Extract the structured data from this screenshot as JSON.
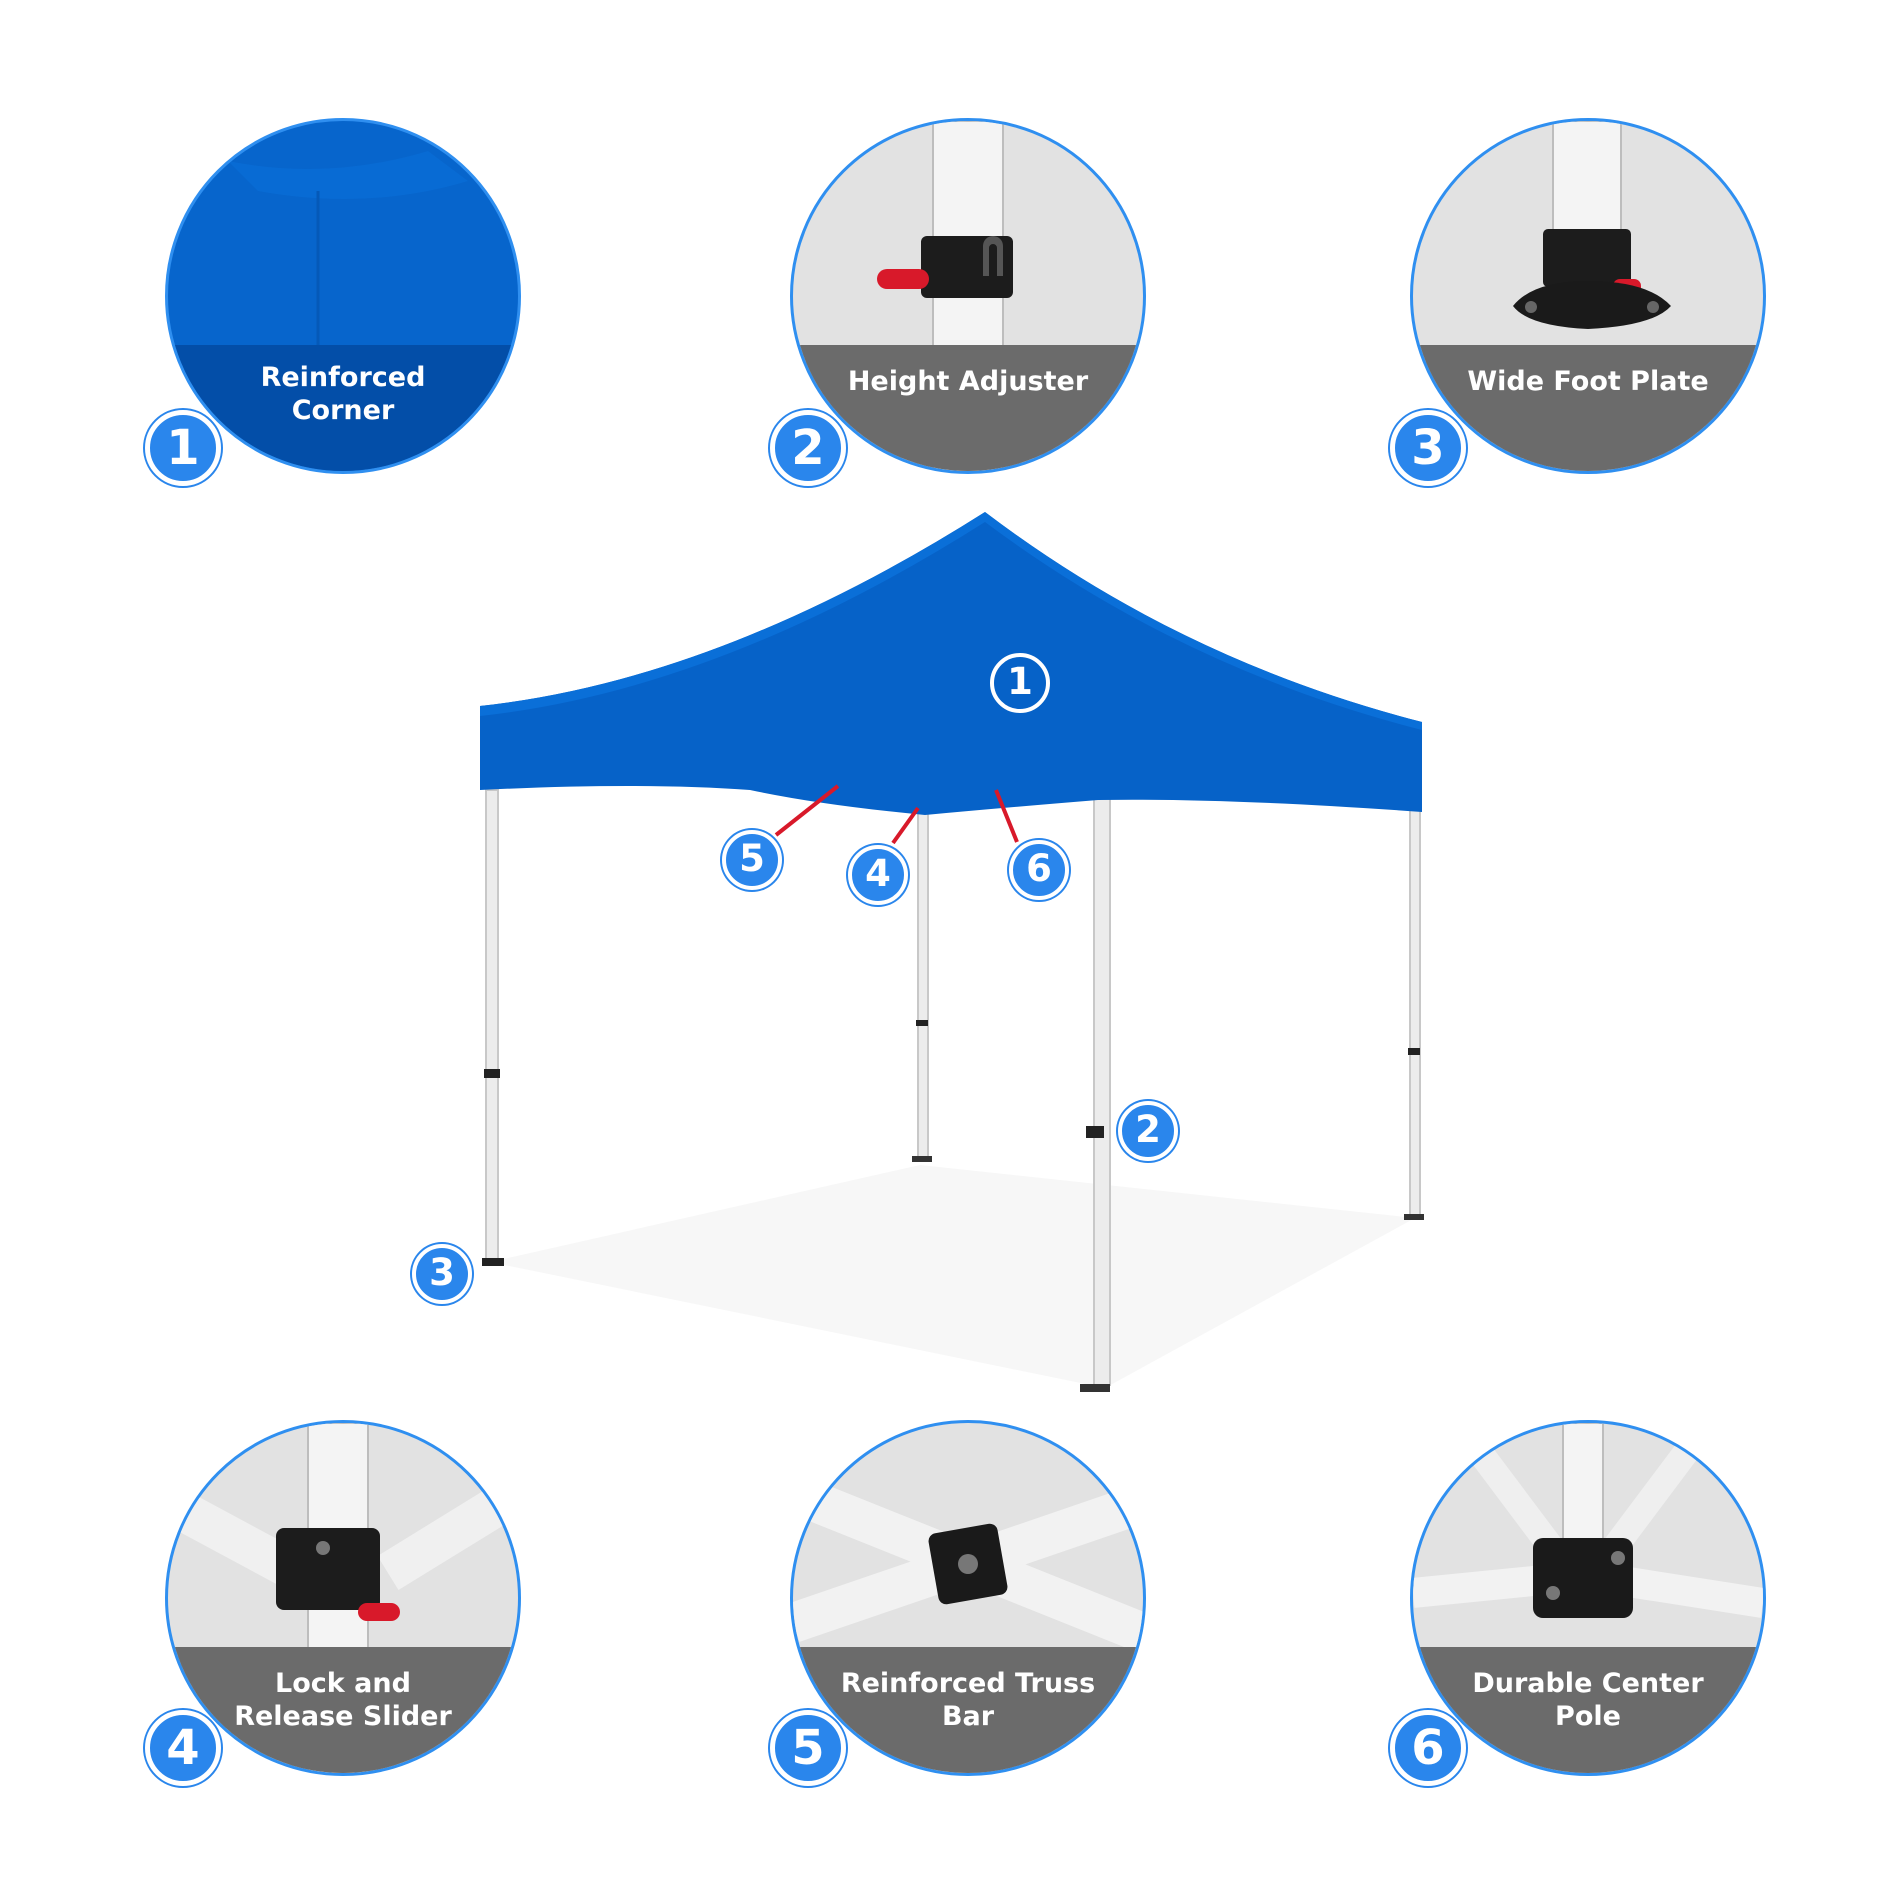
{
  "details": [
    {
      "number": "1",
      "label": "Reinforced Corner"
    },
    {
      "number": "2",
      "label": "Height Adjuster"
    },
    {
      "number": "3",
      "label": "Wide Foot Plate"
    },
    {
      "number": "4",
      "label": "Lock and Release Slider"
    },
    {
      "number": "5",
      "label": "Reinforced Truss Bar"
    },
    {
      "number": "6",
      "label": "Durable Center Pole"
    }
  ],
  "callouts": {
    "canopy": "1",
    "leg_adjuster": "2",
    "foot": "3",
    "slider": "4",
    "truss": "5",
    "center_pole": "6"
  },
  "colors": {
    "canopy_blue": "#0662c8",
    "badge_blue": "#2a86ec",
    "caption_gray": "#6b6b6b",
    "pointer_red": "#d8192a"
  }
}
